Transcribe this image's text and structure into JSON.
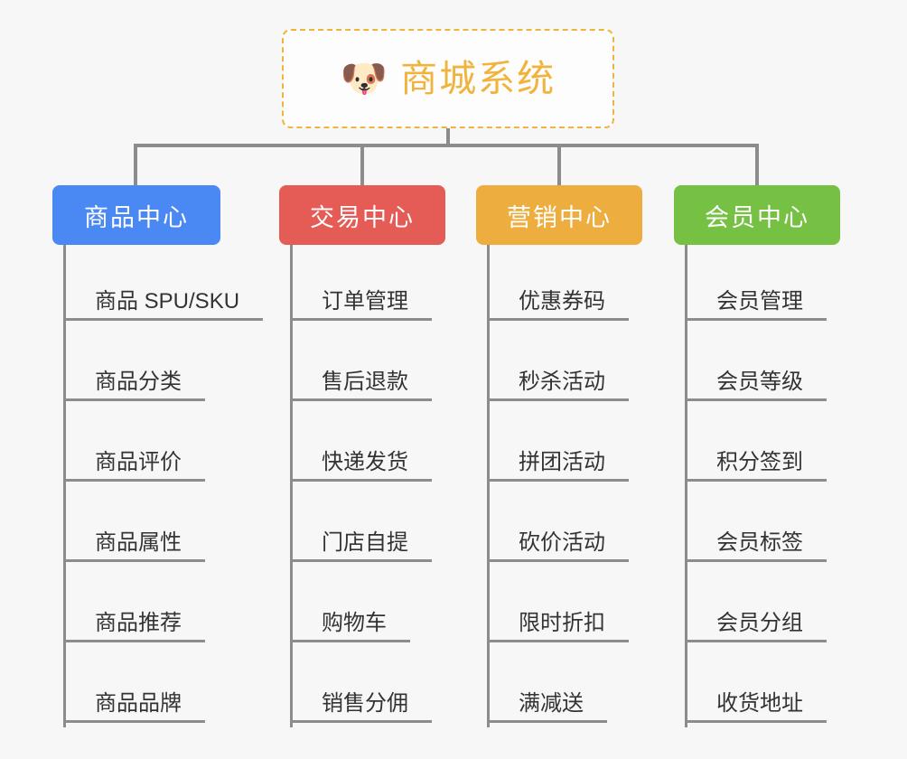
{
  "diagram": {
    "type": "mindmap",
    "background": "#f7f7f7",
    "root": {
      "icon": "shiba-dog-face-emoji",
      "icon_glyph": "🐶",
      "title": "商城系统",
      "border_color": "#f0b43c",
      "text_color": "#f0b43c",
      "background": "#fdfdfd"
    },
    "connector_color": "#8c8c8c",
    "branches": [
      {
        "label": "商品中心",
        "color": "#4a89f3",
        "items": [
          "商品 SPU/SKU",
          "商品分类",
          "商品评价",
          "商品属性",
          "商品推荐",
          "商品品牌"
        ]
      },
      {
        "label": "交易中心",
        "color": "#e55b55",
        "items": [
          "订单管理",
          "售后退款",
          "快递发货",
          "门店自提",
          "购物车",
          "销售分佣"
        ]
      },
      {
        "label": "营销中心",
        "color": "#eead3f",
        "items": [
          "优惠券码",
          "秒杀活动",
          "拼团活动",
          "砍价活动",
          "限时折扣",
          "满减送"
        ]
      },
      {
        "label": "会员中心",
        "color": "#76c044",
        "items": [
          "会员管理",
          "会员等级",
          "积分签到",
          "会员标签",
          "会员分组",
          "收货地址"
        ]
      }
    ]
  }
}
